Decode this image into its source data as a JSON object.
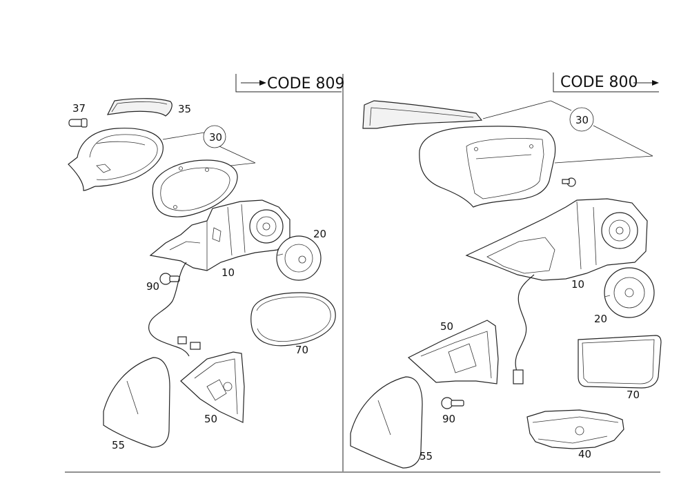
{
  "panels": {
    "left": {
      "code": "CODE 809"
    },
    "right": {
      "code": "CODE 800"
    }
  },
  "callouts": {
    "left": {
      "p37": "37",
      "p35": "35",
      "p30": "30",
      "p20": "20",
      "p10": "10",
      "p90": "90",
      "p70": "70",
      "p50": "50",
      "p55": "55"
    },
    "right": {
      "p30": "30",
      "p10": "10",
      "p20": "20",
      "p50": "50",
      "p70": "70",
      "p90": "90",
      "p55": "55",
      "p40": "40"
    }
  }
}
